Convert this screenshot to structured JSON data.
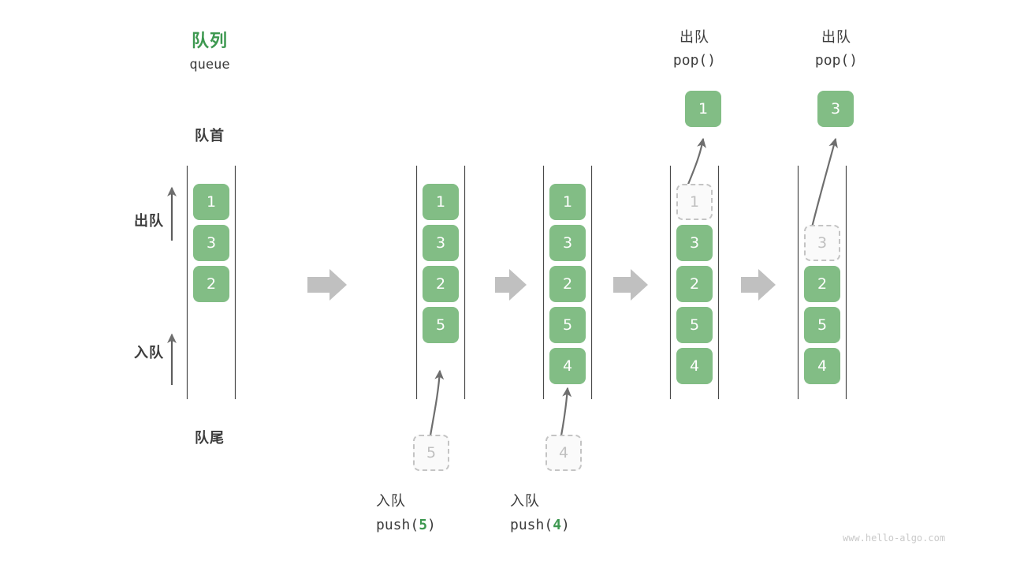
{
  "diagram": {
    "title_cn": "队列",
    "title_en": "queue",
    "head_label": "队首",
    "tail_label": "队尾",
    "dequeue_label": "出队",
    "enqueue_label": "入队",
    "watermark": "www.hello-algo.com",
    "accent_green": "#3d9850",
    "cell_green": "#82bd85",
    "ghost_gray": "#c0c0c0",
    "arrow_gray": "#6e6e6e",
    "block_arrow_gray": "#c0c0c0"
  },
  "columns": [
    {
      "id": "initial",
      "cells": [
        "1",
        "3",
        "2"
      ],
      "ghost_index": null
    },
    {
      "id": "after-push-5",
      "cells": [
        "1",
        "3",
        "2",
        "5"
      ],
      "ghost_index": null,
      "incoming": "5",
      "op_cn": "入队",
      "op_code_prefix": "push(",
      "op_code_value": "5",
      "op_code_suffix": ")"
    },
    {
      "id": "after-push-4",
      "cells": [
        "1",
        "3",
        "2",
        "5",
        "4"
      ],
      "ghost_index": null,
      "incoming": "4",
      "op_cn": "入队",
      "op_code_prefix": "push(",
      "op_code_value": "4",
      "op_code_suffix": ")"
    },
    {
      "id": "after-pop-1",
      "cells": [
        "1",
        "3",
        "2",
        "5",
        "4"
      ],
      "ghost_index": 0,
      "popped": "1",
      "op_cn": "出队",
      "op_code": "pop()"
    },
    {
      "id": "after-pop-3",
      "cells": [
        "",
        "3",
        "2",
        "5",
        "4"
      ],
      "ghost_index": 1,
      "popped": "3",
      "op_cn": "出队",
      "op_code": "pop()"
    }
  ],
  "transitions": [
    "step-arrow-1",
    "step-arrow-2",
    "step-arrow-3",
    "step-arrow-4"
  ]
}
